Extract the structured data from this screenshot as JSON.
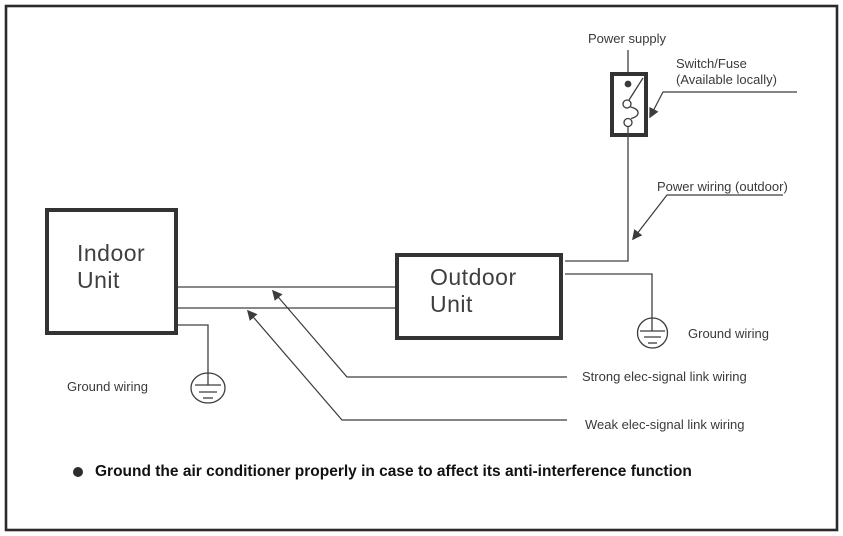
{
  "units": {
    "indoor": {
      "line1": "Indoor",
      "line2": "Unit"
    },
    "outdoor": {
      "line1": "Outdoor",
      "line2": "Unit"
    }
  },
  "labels": {
    "power_supply": "Power supply",
    "switch_fuse_1": "Switch/Fuse",
    "switch_fuse_2": "(Available locally)",
    "power_wiring": "Power wiring (outdoor)",
    "ground_wiring_outdoor": "Ground wiring",
    "ground_wiring_indoor": "Ground wiring",
    "strong_link": "Strong elec-signal link wiring",
    "weak_link": "Weak elec-signal link wiring"
  },
  "note": "Ground the air conditioner properly in case to affect its anti-interference function",
  "icons": {
    "switch_fuse_symbol": "switch-fuse-symbol",
    "ground_symbol_outdoor": "earth-ground-symbol",
    "ground_symbol_indoor": "earth-ground-symbol",
    "leader_arrows": "arrowhead-icon"
  },
  "colors": {
    "background": "#ffffff",
    "line": "#404040",
    "box_border": "#333333",
    "label_text": "#3a3a3a",
    "note_text": "#111111"
  }
}
